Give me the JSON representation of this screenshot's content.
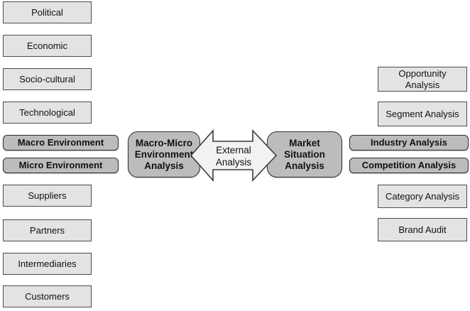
{
  "left_column": {
    "macro_factors": [
      "Political",
      "Economic",
      "Socio-cultural",
      "Technological"
    ],
    "macro_environment_label": "Macro Environment",
    "micro_environment_label": "Micro Environment",
    "micro_factors": [
      "Suppliers",
      "Partners",
      "Intermediaries",
      "Customers"
    ]
  },
  "center": {
    "left_box_label": "Macro-Micro\nEnvironment\nAnalysis",
    "arrow_label": "External\nAnalysis",
    "right_box_label": "Market\nSituation\nAnalysis"
  },
  "right_column": {
    "market_items": [
      "Opportunity\nAnalysis",
      "Segment Analysis"
    ],
    "industry_label": "Industry Analysis",
    "competition_label": "Competition Analysis",
    "bottom_items": [
      "Category Analysis",
      "Brand Audit"
    ]
  },
  "colors": {
    "plain_box_fill": "#e3e3e3",
    "emphasis_box_fill": "#bcbcbc",
    "arrow_fill": "#f2f2f2",
    "border": "#3c3c3c",
    "background": "#ffffff",
    "text": "#111111"
  }
}
